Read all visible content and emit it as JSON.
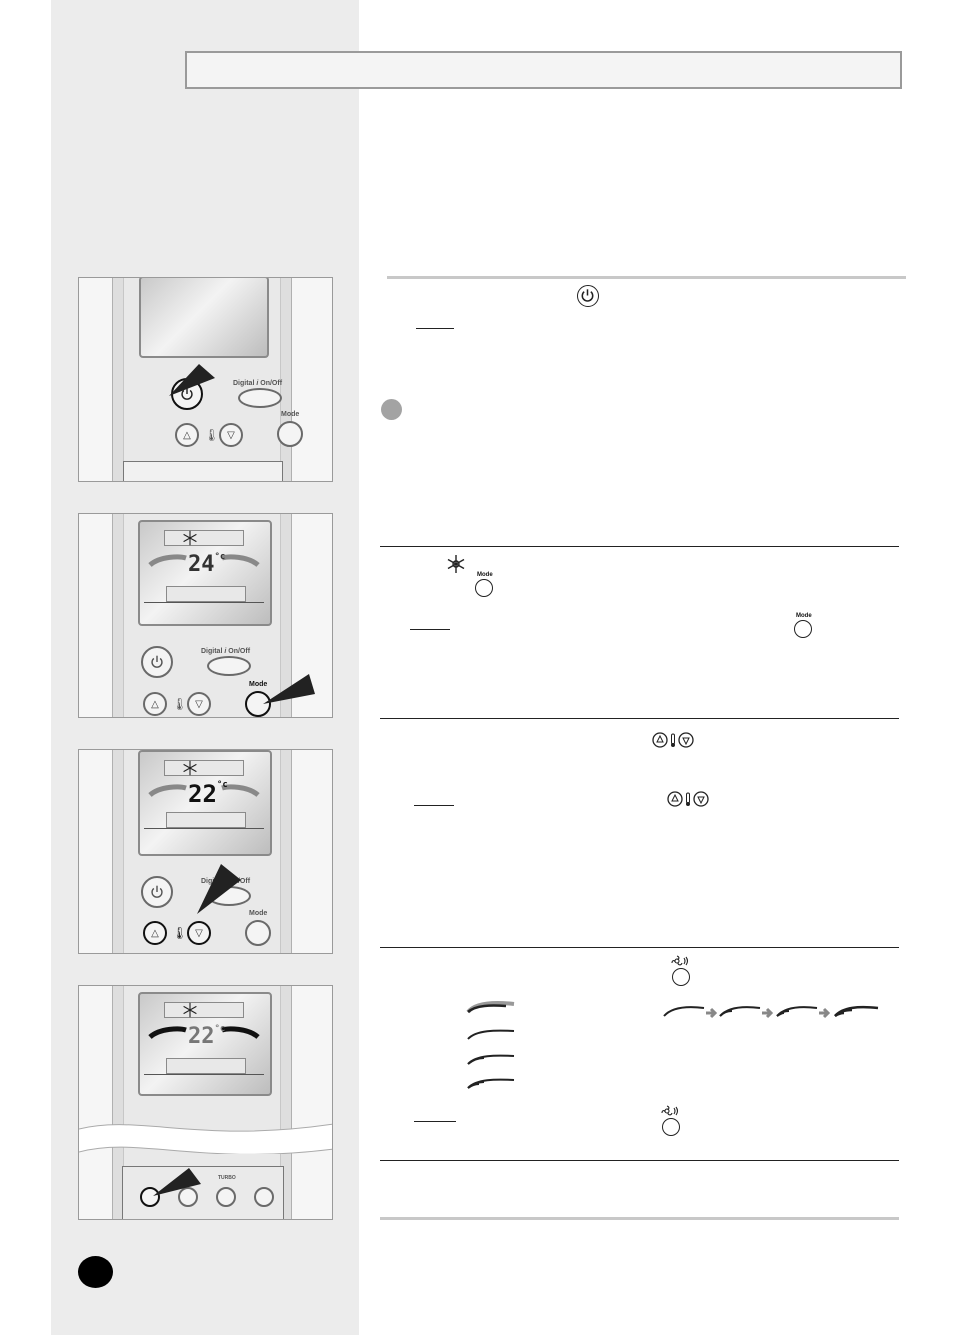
{
  "page": {
    "title": "",
    "page_number": ""
  },
  "icons": {
    "power": "power-icon",
    "cool_mode": "snowflake-icon",
    "fan_speed": "fan-speed-icon",
    "temp_up": "triangle-up-icon",
    "temp_down": "triangle-down-icon",
    "thermometer": "thermometer-icon"
  },
  "panels": {
    "panel1": {
      "digital_label": "Digital",
      "onoff_label": "On/Off",
      "mode_label": "Mode"
    },
    "panel2": {
      "temperature": "24",
      "unit": "°c",
      "digital_label": "Digital",
      "onoff_label": "On/Off",
      "mode_label": "Mode"
    },
    "panel3": {
      "temperature": "22",
      "unit": "°c",
      "digital_label": "Digital",
      "onoff_label": "On/Off",
      "mode_label": "Mode"
    },
    "panel4": {
      "temperature": "22",
      "unit": "°c",
      "turbo_label": "TURBO"
    }
  },
  "inline": {
    "mode_label": "Mode"
  },
  "colors": {
    "sidebar": "#ececec",
    "bullet": "#a3a3a3",
    "rule_grey": "#c8c8c8"
  }
}
